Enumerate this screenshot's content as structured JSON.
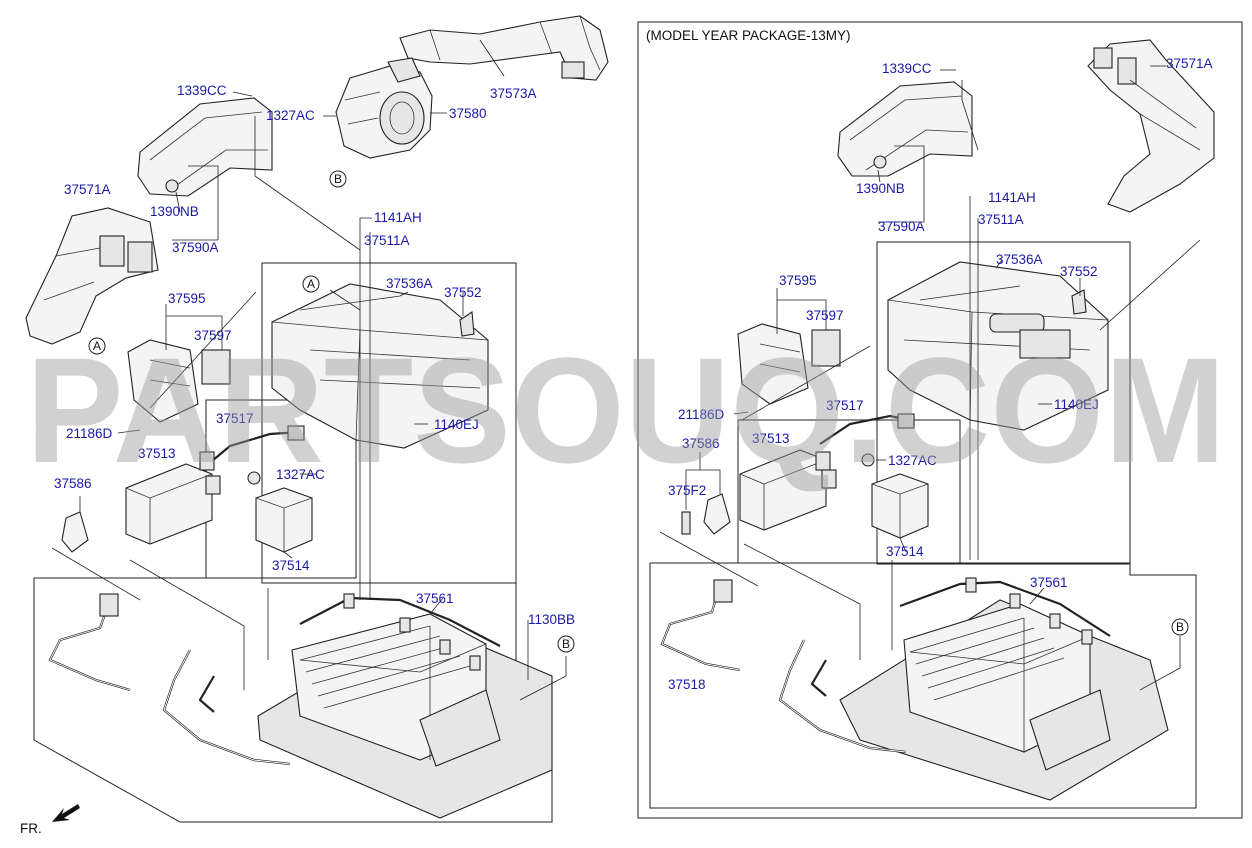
{
  "watermark": "PARTSOUQ.COM",
  "package_title": "(MODEL YEAR PACKAGE-13MY)",
  "front_label": "FR.",
  "callouts": {
    "a": "A",
    "b": "B"
  },
  "left": {
    "p37573A": "37573A",
    "p1339CC": "1339CC",
    "p1327AC_top": "1327AC",
    "p37580": "37580",
    "p37571A": "37571A",
    "p1390NB": "1390NB",
    "p37590A": "37590A",
    "p1141AH": "1141AH",
    "p37511A": "37511A",
    "p37536A": "37536A",
    "p37552": "37552",
    "p37595": "37595",
    "p37597": "37597",
    "p21186D": "21186D",
    "p37517": "37517",
    "p1140EJ": "1140EJ",
    "p37513": "37513",
    "p1327AC": "1327AC",
    "p37586": "37586",
    "p37514": "37514",
    "p37561": "37561",
    "p1130BB": "1130BB"
  },
  "right": {
    "p1339CC": "1339CC",
    "p37571A": "37571A",
    "p1390NB": "1390NB",
    "p1141AH": "1141AH",
    "p37590A": "37590A",
    "p37511A": "37511A",
    "p37536A": "37536A",
    "p37552": "37552",
    "p37595": "37595",
    "p37597": "37597",
    "p21186D": "21186D",
    "p37517": "37517",
    "p1140EJ": "1140EJ",
    "p37586": "37586",
    "p37513": "37513",
    "p1327AC": "1327AC",
    "p375F2": "375F2",
    "p37514": "37514",
    "p37561": "37561",
    "p37518": "37518"
  },
  "colors": {
    "label": "#1a1aa6",
    "line": "#222222",
    "watermark": "#9a9a9a"
  }
}
